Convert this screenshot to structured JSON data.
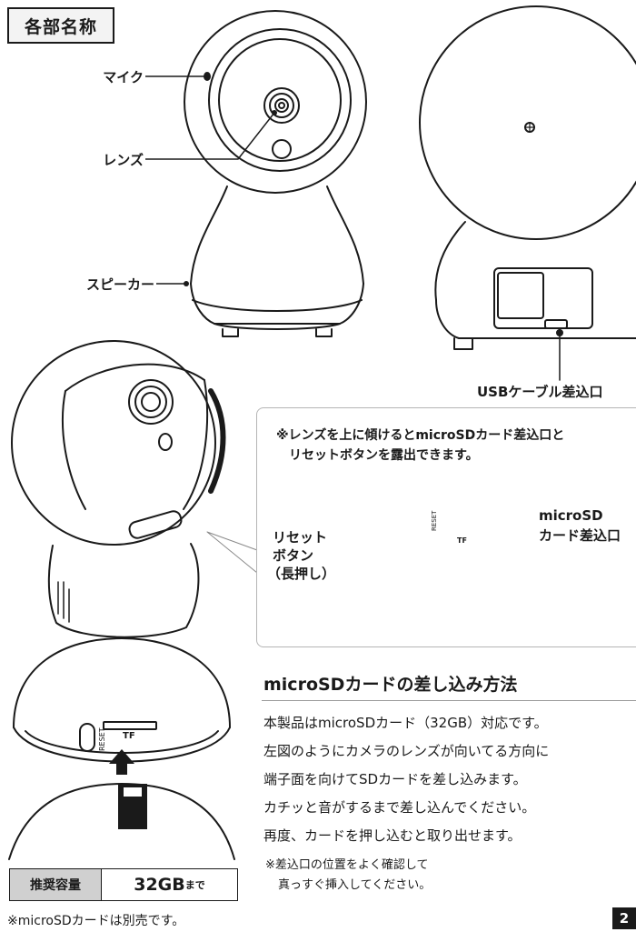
{
  "section_title": "各部名称",
  "front_labels": {
    "mic": "マイク",
    "lens": "レンズ",
    "speaker": "スピーカー"
  },
  "back_labels": {
    "usb_port": "USBケーブル差込口"
  },
  "tilt_note": {
    "line1": "※レンズを上に傾けるとmicroSDカード差込口と",
    "line2": "リセットボタンを露出できます。",
    "reset_line1": "リセット",
    "reset_line2": "ボタン",
    "reset_line3": "（長押し）",
    "sd_line1": "microSD",
    "sd_line2": "カード差込口"
  },
  "slot_labels": {
    "reset": "RESET",
    "tf": "TF"
  },
  "insertion": {
    "heading": "microSDカードの差し込み方法",
    "lines": [
      "本製品はmicroSDカード（32GB）対応です。",
      "左図のようにカメラのレンズが向いてる方向に",
      "端子面を向けてSDカードを差し込みます。",
      "カチッと音がするまで差し込んでください。",
      "再度、カードを押し込むと取り出せます。"
    ],
    "note_line1": "※差込口の位置をよく確認して",
    "note_line2": "真っすぐ挿入してください。"
  },
  "spec": {
    "label": "推奨容量",
    "value": "32GB",
    "suffix": "まで"
  },
  "footnote": "※microSDカードは別売です。",
  "page_number": "2"
}
